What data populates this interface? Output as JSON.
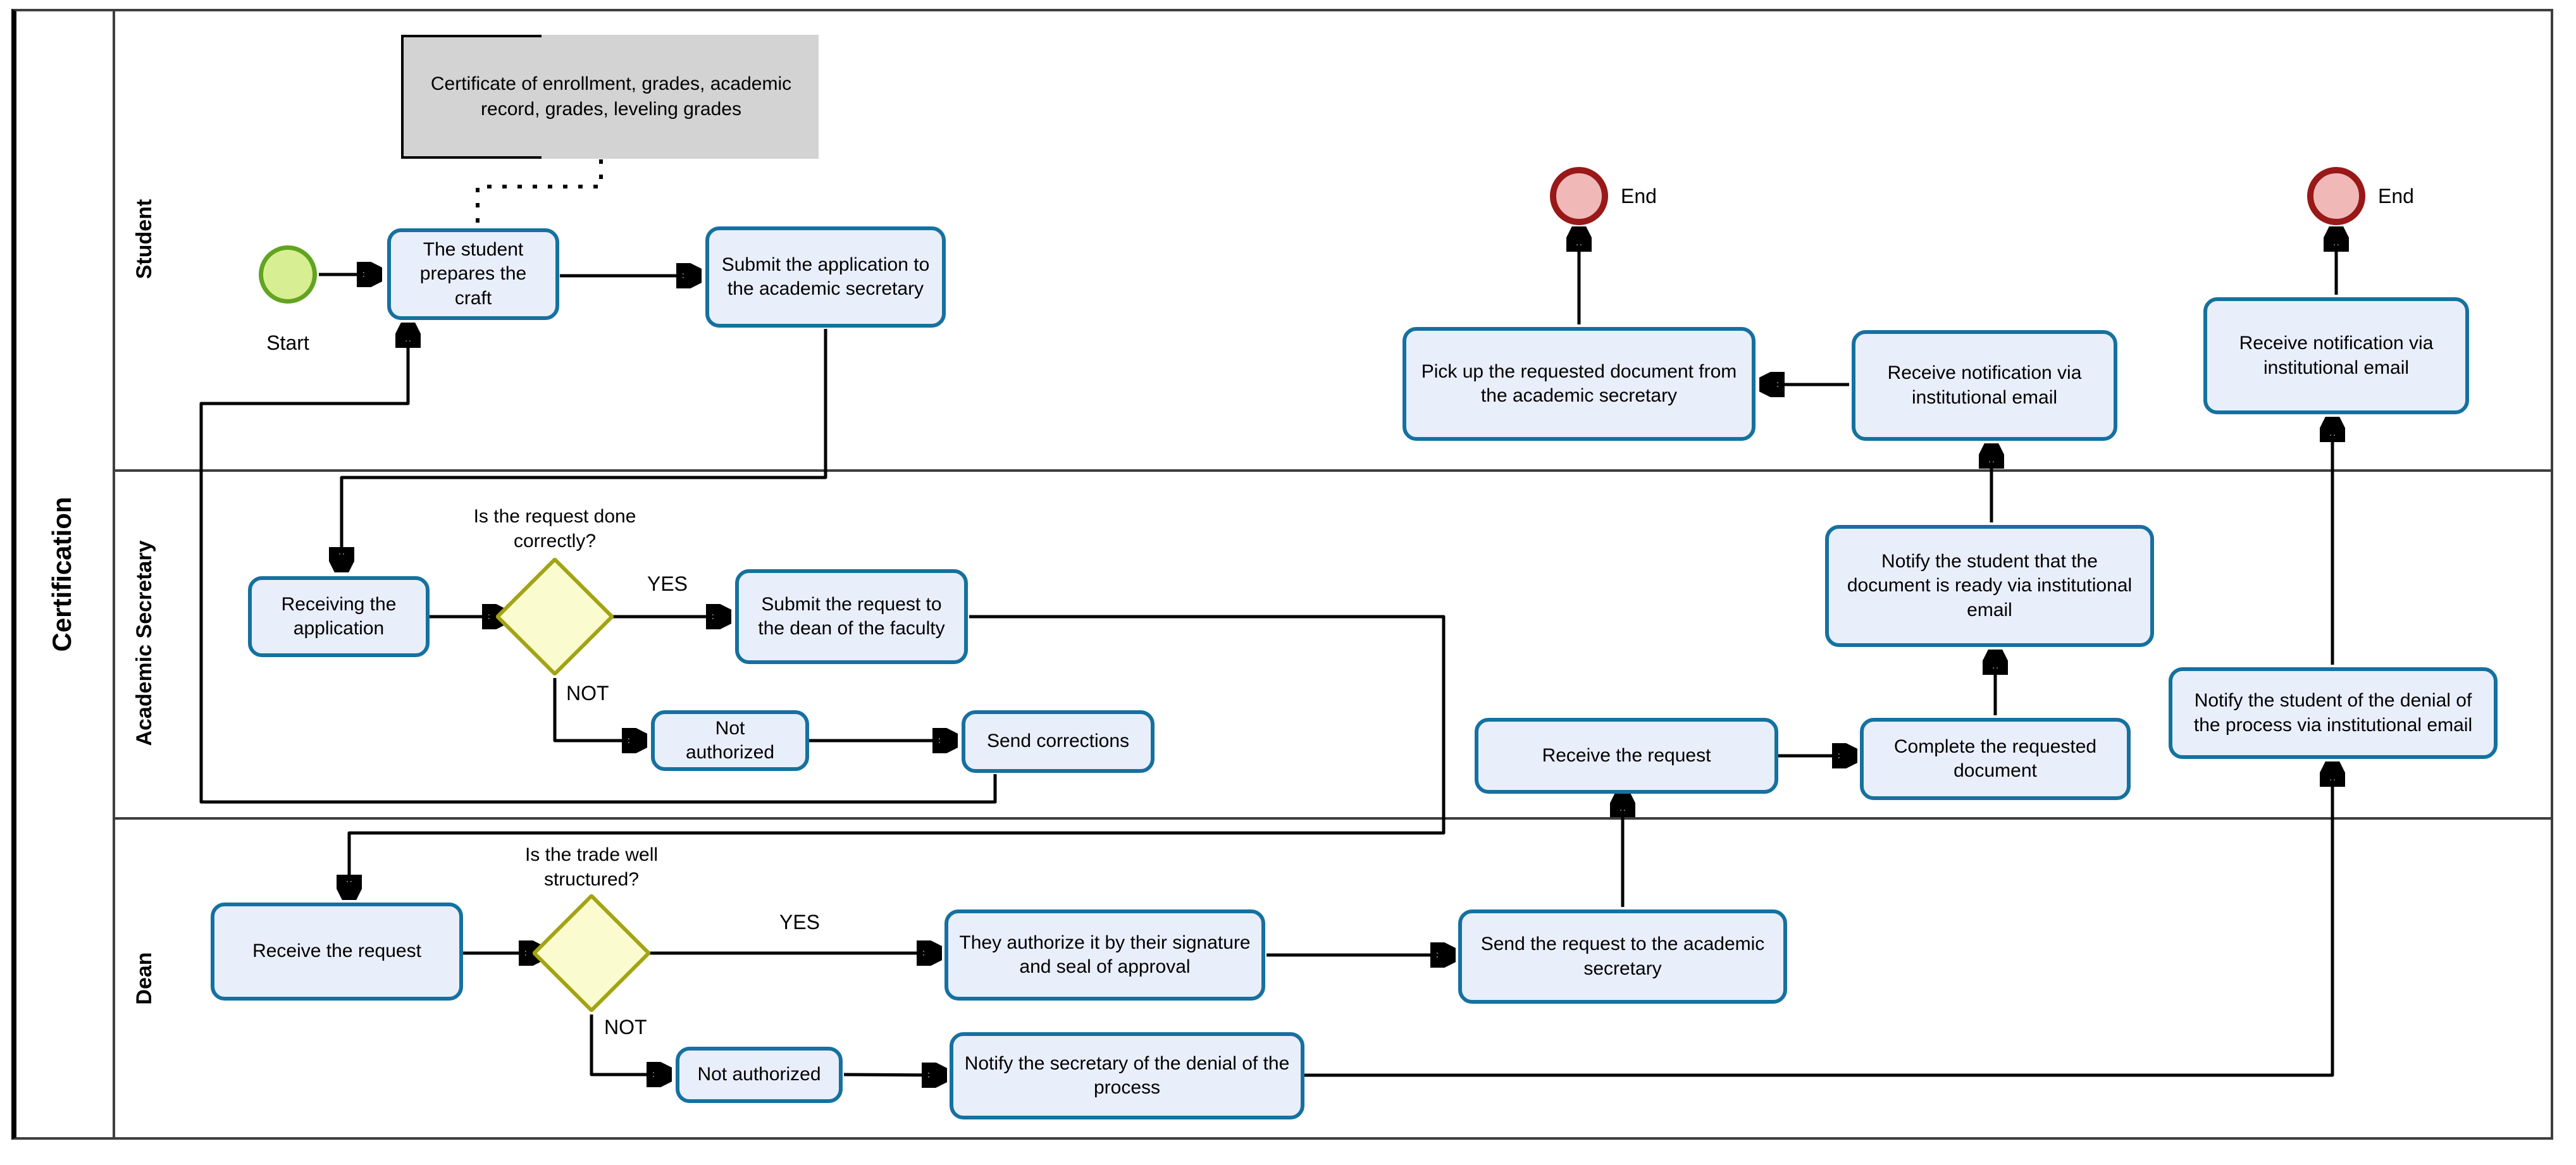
{
  "pool": {
    "title": "Certification"
  },
  "lanes": {
    "student": "Student",
    "academic_secretary": "Academic Secretary",
    "dean": "Dean"
  },
  "note": {
    "text": "Certificate of enrollment, grades, academic record, grades, leveling grades"
  },
  "events": {
    "start": {
      "label": "Start"
    },
    "end_pickup": {
      "label": "End"
    },
    "end_denial": {
      "label": "End"
    }
  },
  "tasks": {
    "student_prepares": "The student prepares the craft",
    "submit_application": "Submit the application to the academic secretary",
    "pickup_document": "Pick up the requested document from the academic secretary",
    "receive_notification_ready": "Receive notification via institutional email",
    "receive_notification_denial": "Receive notification via institutional email",
    "receiving_application": "Receiving the application",
    "submit_request_dean": "Submit the request to the dean of the faculty",
    "not_authorized_secretary": "Not authorized",
    "send_corrections": "Send corrections",
    "receive_request_secretary": "Receive the request",
    "complete_document": "Complete the requested document",
    "notify_student_ready": "Notify the student that the document is ready via institutional email",
    "notify_student_denial": "Notify the student of the denial of the process via institutional email",
    "receive_request_dean": "Receive the request",
    "authorize_signature": "They authorize it by their signature and seal of approval",
    "send_request_secretary": "Send the request to the academic secretary",
    "not_authorized_dean": "Not authorized",
    "notify_secretary_denial": "Notify the secretary of the denial of the process"
  },
  "gateways": {
    "request_done_correctly": "Is the request done correctly?",
    "trade_well_structured": "Is the trade well structured?"
  },
  "edge_labels": {
    "yes_secretary": "YES",
    "not_secretary": "NOT",
    "yes_dean": "YES",
    "not_dean": "NOT"
  },
  "colors": {
    "task_fill": "#e9eefb",
    "task_border": "#15719f",
    "gateway_fill": "#fbfbd0",
    "gateway_border": "#a2a413",
    "start_fill": "#d8ee92",
    "start_border": "#61a420",
    "end_fill": "#f1b8b8",
    "end_border": "#991818",
    "note_fill": "#d3d3d3",
    "lane_border": "#3e3e3e",
    "flow": "#000000"
  }
}
